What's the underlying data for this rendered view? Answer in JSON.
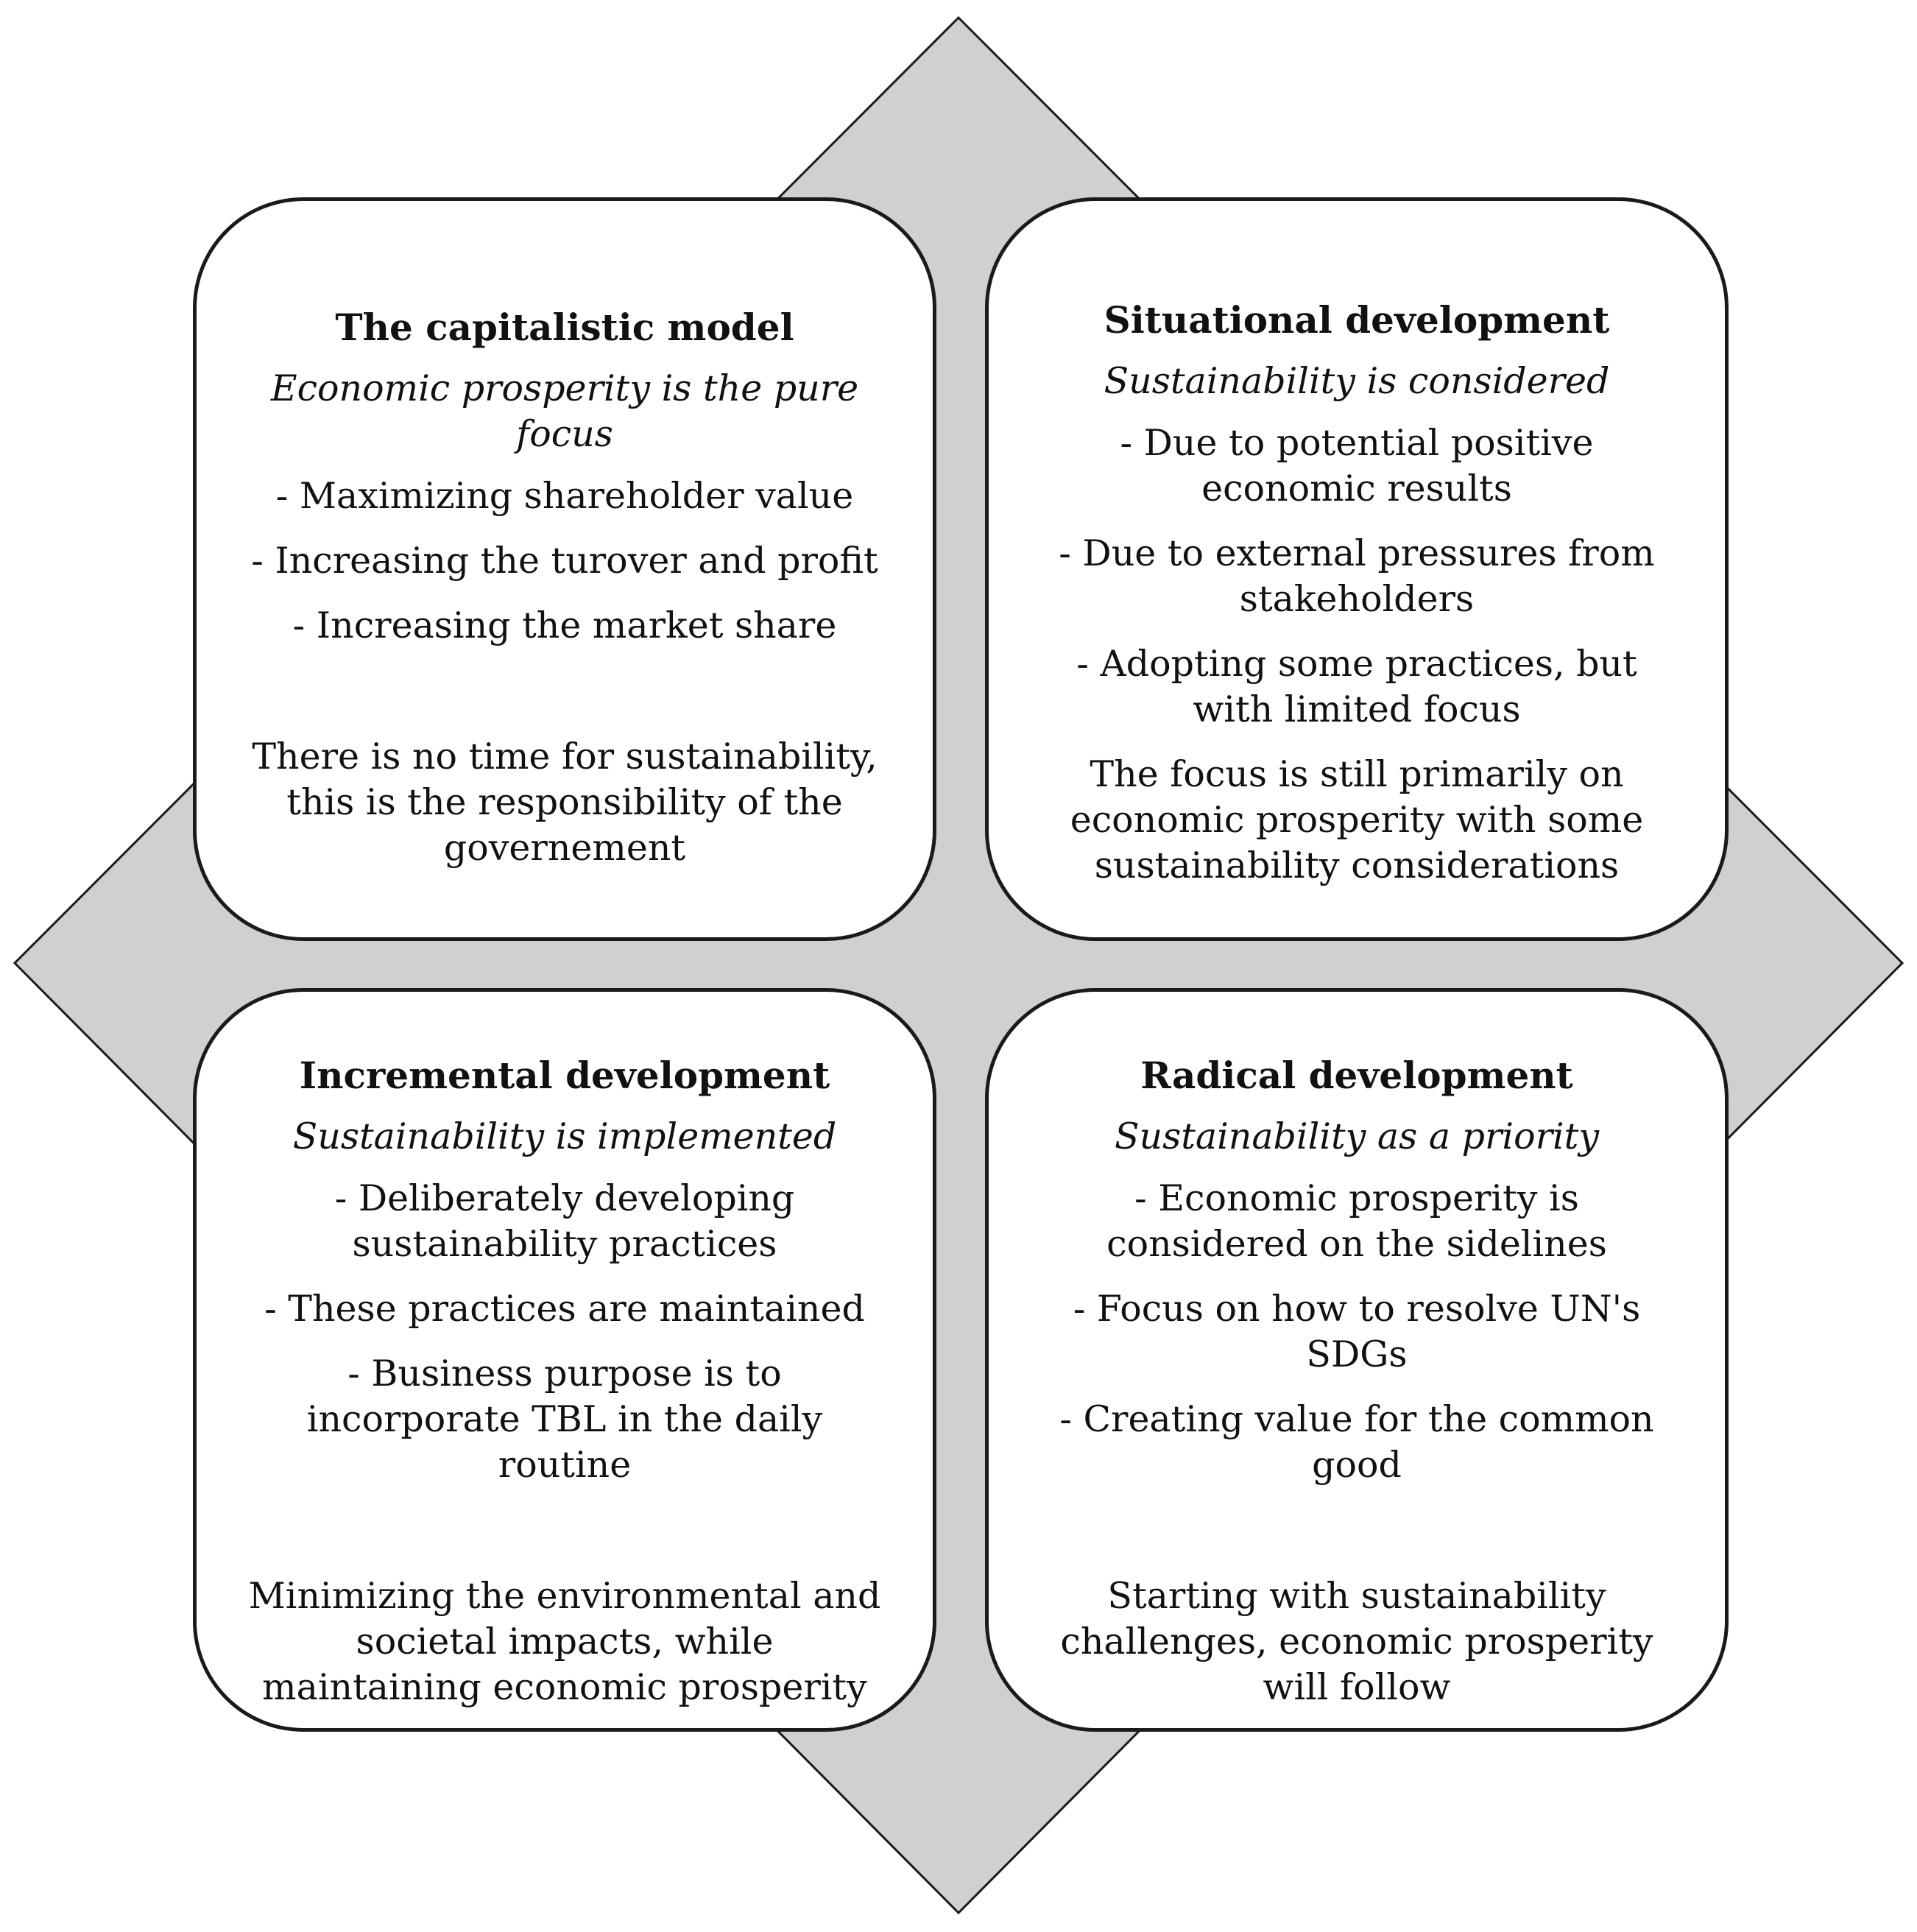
{
  "diagram": {
    "background_color": "#ffffff",
    "diamond_color": "#d0d0d0",
    "diamond_border_color": "#1a1a1a",
    "box_border_color": "#1a1a1a",
    "quadrants": {
      "top_left": {
        "title": "The capitalistic model",
        "subtitle": "Economic prosperity is the pure focus",
        "items": [
          "- Maximizing shareholder value",
          "- Increasing the turover and profit",
          "- Increasing the market share"
        ],
        "summary": "There is no time for sustainability, this is the responsibility of the governement"
      },
      "top_right": {
        "title": "Situational development",
        "subtitle": "Sustainability is considered",
        "items": [
          "- Due to potential positive economic results",
          "- Due to external pressures from stakeholders",
          "- Adopting some practices, but with limited focus"
        ],
        "summary": "The focus is still primarily on economic prosperity with some sustainability considerations"
      },
      "bottom_left": {
        "title": "Incremental development",
        "subtitle": "Sustainability is implemented",
        "items": [
          "- Deliberately developing sustainability practices",
          "- These practices are maintained",
          "- Business purpose is to incorporate TBL in the daily routine"
        ],
        "summary": "Minimizing the environmental and societal impacts, while maintaining economic prosperity"
      },
      "bottom_right": {
        "title": "Radical development",
        "subtitle": "Sustainability as a priority",
        "items": [
          "- Economic prosperity is considered on the sidelines",
          "- Focus on how to resolve UN's SDGs",
          "- Creating value for the common good"
        ],
        "summary": "Starting with sustainability challenges, economic prosperity will follow"
      }
    }
  }
}
